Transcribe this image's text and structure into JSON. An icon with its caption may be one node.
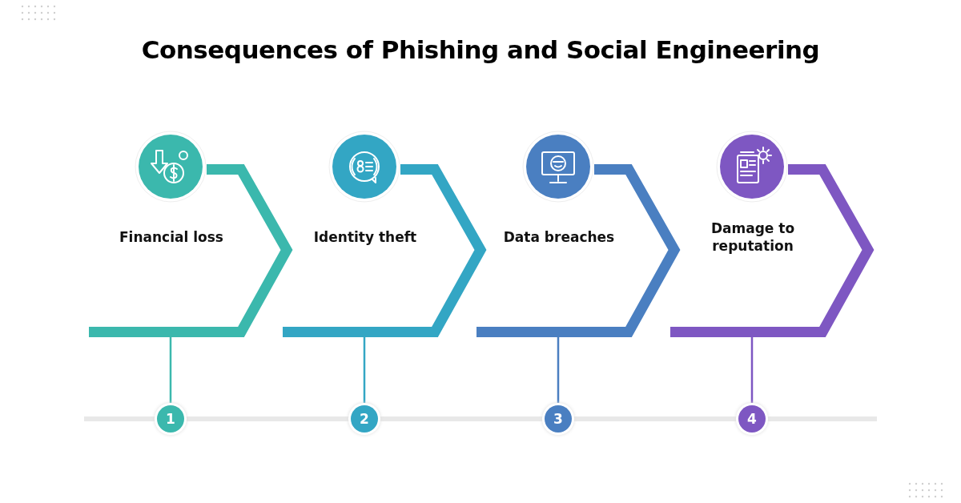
{
  "diagram": {
    "title": "Consequences of Phishing and Social Engineering",
    "nodes": [
      {
        "text": [
          "Financial loss"
        ]
      },
      {
        "text": [
          "Identity theft"
        ]
      },
      {
        "text": [
          "Data breaches"
        ]
      },
      {
        "text": [
          "Damage to reputation"
        ]
      },
      {
        "text": [
          "1"
        ]
      },
      {
        "text": [
          "2"
        ]
      },
      {
        "text": [
          "3"
        ]
      },
      {
        "text": [
          "4"
        ]
      }
    ],
    "edges": [
      {
        "from": 0,
        "to": 4,
        "arrow": "none",
        "color": "#3bb8ad"
      },
      {
        "from": 1,
        "to": 5,
        "arrow": "none",
        "color": "#33a6c4"
      },
      {
        "from": 2,
        "to": 6,
        "arrow": "none",
        "color": "#4a7fc1"
      },
      {
        "from": 3,
        "to": 7,
        "arrow": "none",
        "color": "#7e57c2"
      }
    ]
  }
}
